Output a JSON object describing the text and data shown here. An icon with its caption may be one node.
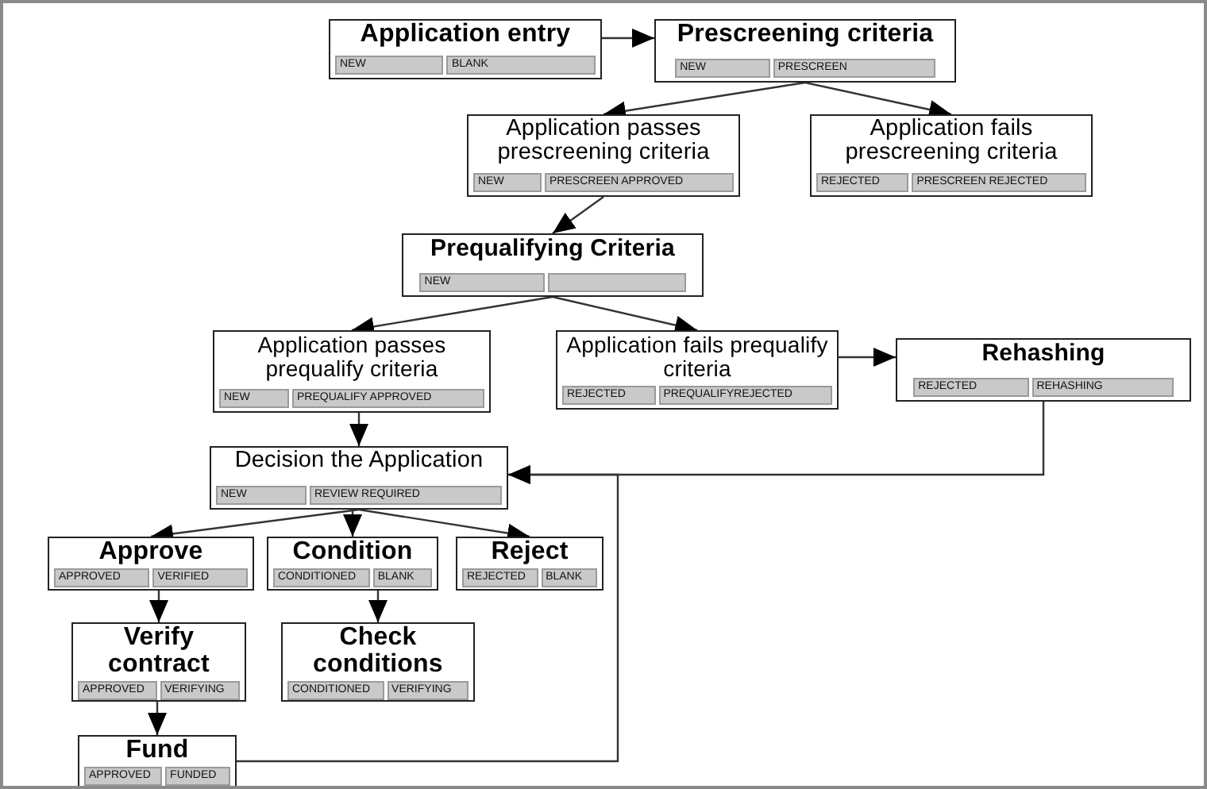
{
  "diagram": {
    "nodes": [
      {
        "text": [
          "Application entry",
          "NEW",
          "BLANK"
        ]
      },
      {
        "text": [
          "Prescreening criteria",
          "NEW",
          "PRESCREEN"
        ]
      },
      {
        "text": [
          "Application passes prescreening criteria",
          "NEW",
          "PRESCREEN APPROVED"
        ]
      },
      {
        "text": [
          "Application fails prescreening criteria",
          "REJECTED",
          "PRESCREEN REJECTED"
        ]
      },
      {
        "text": [
          "Prequalifying Criteria",
          "NEW"
        ]
      },
      {
        "text": [
          "Application passes prequalify criteria",
          "NEW",
          "PREQUALIFY APPROVED"
        ]
      },
      {
        "text": [
          "Application fails prequalify criteria",
          "REJECTED",
          "PREQUALIFYREJECTED"
        ]
      },
      {
        "text": [
          "Rehashing",
          "REJECTED",
          "REHASHING"
        ]
      },
      {
        "text": [
          "Decision the Application",
          "NEW",
          "REVIEW REQUIRED"
        ]
      },
      {
        "text": [
          "Approve",
          "APPROVED",
          "VERIFIED"
        ]
      },
      {
        "text": [
          "Condition",
          "CONDITIONED",
          "BLANK"
        ]
      },
      {
        "text": [
          "Reject",
          "REJECTED",
          "BLANK"
        ]
      },
      {
        "text": [
          "Verify contract",
          "APPROVED",
          "VERIFYING"
        ]
      },
      {
        "text": [
          "Check conditions",
          "CONDITIONED",
          "VERIFYING"
        ]
      },
      {
        "text": [
          "Fund",
          "APPROVED",
          "FUNDED"
        ]
      }
    ],
    "edges": [
      {
        "from": 0,
        "to": 1,
        "arrow": "to"
      },
      {
        "from": 1,
        "to": 2,
        "arrow": "to"
      },
      {
        "from": 1,
        "to": 3,
        "arrow": "to"
      },
      {
        "from": 2,
        "to": 4,
        "arrow": "to"
      },
      {
        "from": 4,
        "to": 5,
        "arrow": "to"
      },
      {
        "from": 4,
        "to": 6,
        "arrow": "to"
      },
      {
        "from": 6,
        "to": 7,
        "arrow": "to"
      },
      {
        "from": 5,
        "to": 8,
        "arrow": "to"
      },
      {
        "from": 7,
        "to": 8,
        "arrow": "to"
      },
      {
        "from": 8,
        "to": 9,
        "arrow": "to"
      },
      {
        "from": 8,
        "to": 10,
        "arrow": "to"
      },
      {
        "from": 8,
        "to": 11,
        "arrow": "to"
      },
      {
        "from": 9,
        "to": 12,
        "arrow": "to"
      },
      {
        "from": 10,
        "to": 13,
        "arrow": "to"
      },
      {
        "from": 12,
        "to": 14,
        "arrow": "to"
      },
      {
        "from": 14,
        "to": 8,
        "arrow": "to"
      }
    ]
  }
}
